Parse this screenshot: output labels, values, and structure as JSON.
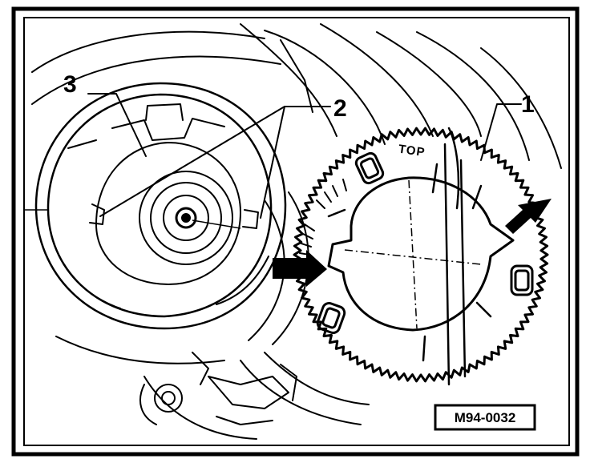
{
  "callouts": [
    {
      "id": "1",
      "text": "1"
    },
    {
      "id": "2",
      "text": "2"
    },
    {
      "id": "3",
      "text": "3"
    }
  ],
  "disc_label": "TOP",
  "reference_code": "M94-0032"
}
